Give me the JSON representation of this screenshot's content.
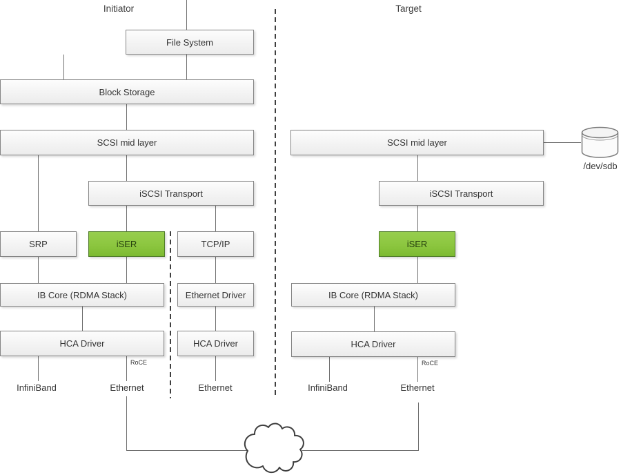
{
  "titles": {
    "initiator": "Initiator",
    "target": "Target"
  },
  "initiator": {
    "file_system": "File System",
    "block_storage": "Block Storage",
    "scsi_mid_layer": "SCSI mid layer",
    "iscsi_transport": "iSCSI Transport",
    "srp": "SRP",
    "iser": "iSER",
    "tcp_ip": "TCP/IP",
    "ib_core": "IB Core (RDMA Stack)",
    "ethernet_driver": "Ethernet Driver",
    "hca_driver_rdma": "HCA Driver",
    "hca_driver_eth": "HCA Driver",
    "roce": "RoCE",
    "port_infiniband": "InfiniBand",
    "port_ethernet_rdma": "Ethernet",
    "port_ethernet_tcp": "Ethernet"
  },
  "target": {
    "scsi_mid_layer": "SCSI mid layer",
    "iscsi_transport": "iSCSI Transport",
    "iser": "iSER",
    "ib_core": "IB Core (RDMA Stack)",
    "hca_driver": "HCA Driver",
    "roce": "RoCE",
    "port_infiniband": "InfiniBand",
    "port_ethernet": "Ethernet",
    "disk_label": "/dev/sdb"
  },
  "colors": {
    "iser_fill": "#8CC63F",
    "iser_border": "#4E7A28",
    "box_fill": "#F3F3F3",
    "box_border": "#848484",
    "connector": "#6E6E6E",
    "dashed_separator": "#3F3F3F"
  },
  "icons": {
    "disk": "database-cylinder-icon",
    "cloud": "network-cloud-icon"
  }
}
